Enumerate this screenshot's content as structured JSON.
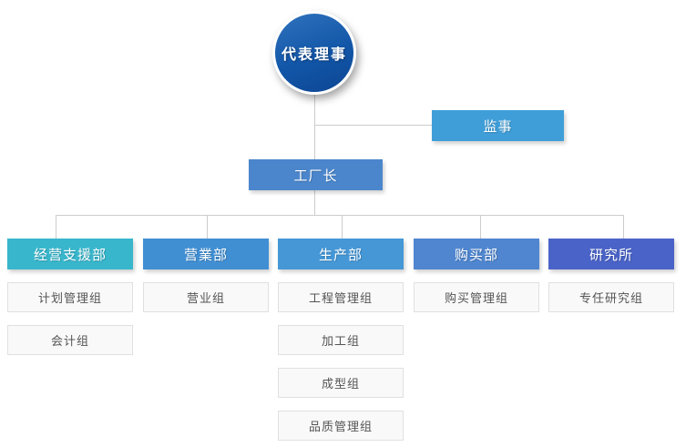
{
  "page": {
    "background": "#ffffff",
    "connector_color": "#cccccc"
  },
  "org_chart": {
    "root": {
      "label": "代表理事",
      "gradient_top": "#2f72bd",
      "gradient_bottom": "#0d4693"
    },
    "supervisor": {
      "label": "监事",
      "color": "#3f9ed8"
    },
    "factory_manager": {
      "label": "工厂长",
      "color": "#4b86cc"
    },
    "departments": [
      {
        "label": "经营支援部",
        "color": "#38b6cc",
        "groups": [
          "计划管理组",
          "会计组"
        ]
      },
      {
        "label": "营業部",
        "color": "#418fd3",
        "groups": [
          "营业组"
        ]
      },
      {
        "label": "生产部",
        "color": "#4597d6",
        "groups": [
          "工程管理组",
          "加工组",
          "成型组",
          "品质管理组"
        ]
      },
      {
        "label": "购买部",
        "color": "#4f86cf",
        "groups": [
          "购买管理组"
        ]
      },
      {
        "label": "研究所",
        "color": "#4a63c8",
        "groups": [
          "专任研究组"
        ]
      }
    ],
    "group_box": {
      "background": "#f9f9f9",
      "border": "#e0e0e0",
      "text_color": "#555555"
    }
  }
}
